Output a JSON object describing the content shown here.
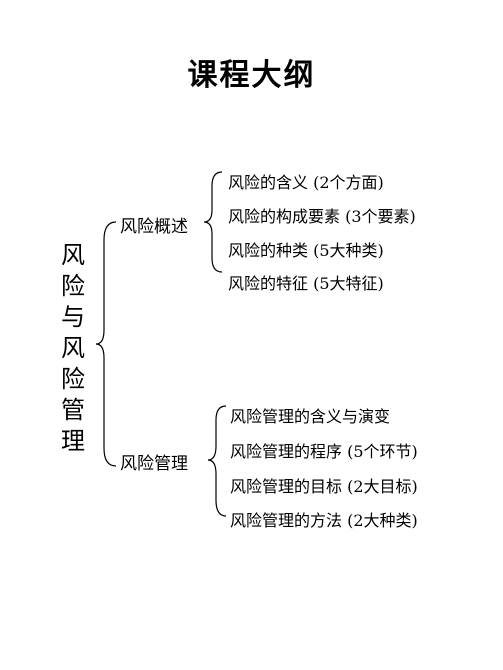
{
  "title": "课程大纲",
  "root": {
    "chars": [
      "风",
      "险",
      "与",
      "风",
      "险",
      "管",
      "理"
    ]
  },
  "branches": [
    {
      "label": "风险概述",
      "items": [
        "风险的含义 (2个方面)",
        "风险的构成要素 (3个要素)",
        "风险的种类 (5大种类)",
        "风险的特征 (5大特征)"
      ]
    },
    {
      "label": "风险管理",
      "items": [
        "风险管理的含义与演变",
        "风险管理的程序 (5个环节)",
        "风险管理的目标 (2大目标)",
        "风险管理的方法 (2大种类)"
      ]
    }
  ]
}
